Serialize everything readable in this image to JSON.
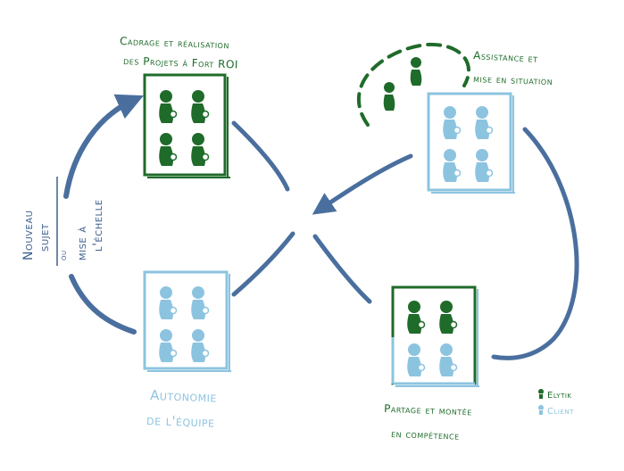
{
  "labels": {
    "top_left_line1": "Cadrage et réalisation",
    "top_left_line2": "des Projets à Fort ROI",
    "top_right_line1": "Assistance et",
    "top_right_line2": "mise en situation",
    "bottom_left_line1": "Autonomie",
    "bottom_left_line2": "de l'équipe",
    "bottom_right_line1": "Partage et montée",
    "bottom_right_line2": "en compétence",
    "side_a_line1": "Nouveau",
    "side_a_line2": "sujet",
    "side_or": "ou",
    "side_b_line1": "mise à",
    "side_b_line2": "l'échelle"
  },
  "legend": [
    {
      "label": "Elytik",
      "color": "#1f6b2a"
    },
    {
      "label": "Client",
      "color": "#8cc4e0"
    }
  ],
  "colors": {
    "elytik_green": "#1f6b2a",
    "client_blue": "#8cc4e0",
    "arrow_blue": "#4a6f9e"
  },
  "boxes": [
    {
      "name": "box-top-left",
      "people": [
        "elytik",
        "elytik",
        "elytik",
        "elytik"
      ]
    },
    {
      "name": "box-top-right",
      "people": [
        "client",
        "client",
        "client",
        "client"
      ]
    },
    {
      "name": "box-bottom-left",
      "people": [
        "client",
        "client",
        "client",
        "client"
      ]
    },
    {
      "name": "box-bottom-right",
      "people": [
        "elytik",
        "elytik",
        "client",
        "client"
      ]
    }
  ]
}
